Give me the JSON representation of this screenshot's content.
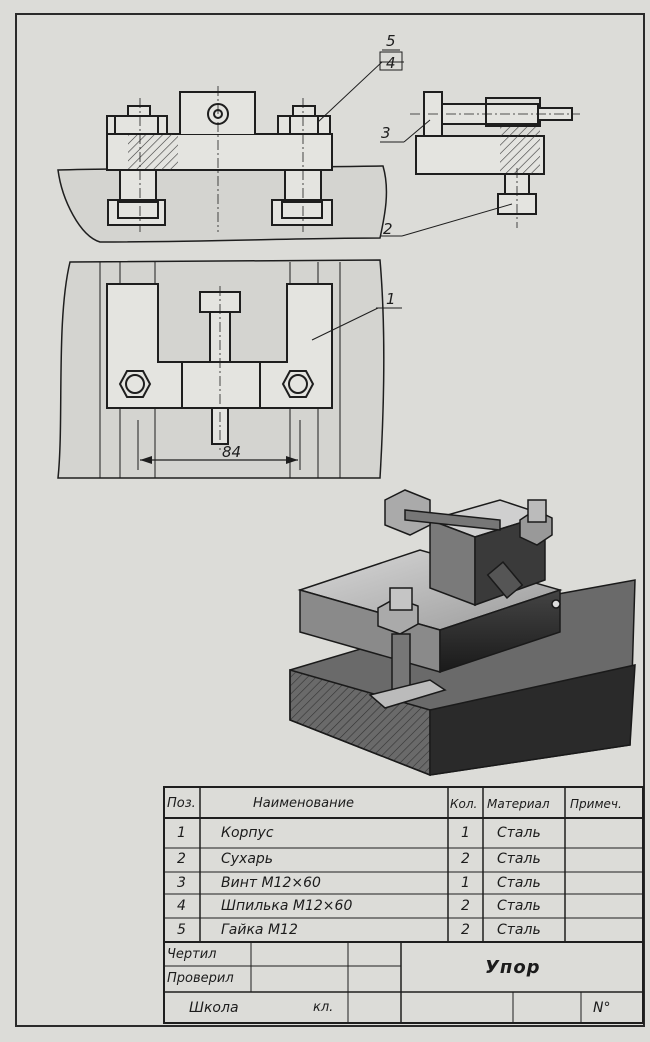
{
  "drawing": {
    "callouts": [
      "5",
      "4",
      "3",
      "2",
      "1"
    ],
    "dimension": "84"
  },
  "spec_table": {
    "headers": {
      "pos": "Поз.",
      "name": "Наименование",
      "qty": "Кол.",
      "material": "Материал",
      "note": "Примеч."
    },
    "rows": [
      {
        "pos": "1",
        "name": "Корпус",
        "qty": "1",
        "material": "Сталь"
      },
      {
        "pos": "2",
        "name": "Сухарь",
        "qty": "2",
        "material": "Сталь"
      },
      {
        "pos": "3",
        "name": "Винт М12×60",
        "qty": "1",
        "material": "Сталь"
      },
      {
        "pos": "4",
        "name": "Шпилька М12×60",
        "qty": "2",
        "material": "Сталь"
      },
      {
        "pos": "5",
        "name": "Гайка М12",
        "qty": "2",
        "material": "Сталь"
      }
    ]
  },
  "title_block": {
    "drawn_label": "Чертил",
    "checked_label": "Проверил",
    "school_label": "Школа",
    "class_label": "кл.",
    "number_label": "N°",
    "title": "Упор"
  }
}
